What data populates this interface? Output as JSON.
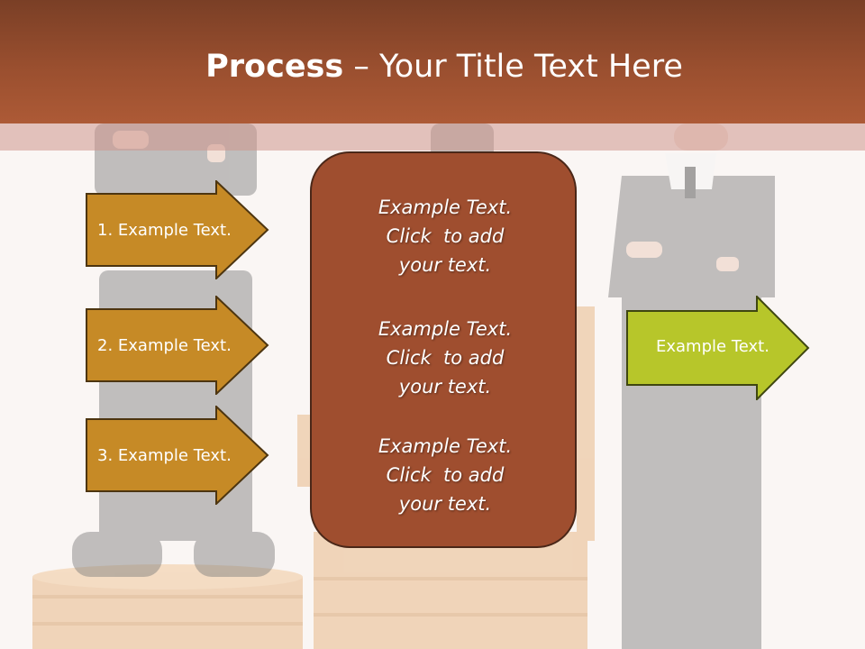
{
  "slide": {
    "title_bold": "Process",
    "title_rest": " – Your Title Text Here"
  },
  "left_arrows": [
    {
      "label": "1. Example Text."
    },
    {
      "label": "2. Example Text."
    },
    {
      "label": "3. Example Text."
    }
  ],
  "right_arrow": {
    "label": "Example Text."
  },
  "center_box": {
    "blocks": [
      {
        "lines": [
          "Example Text.",
          "Click  to add",
          "your text."
        ]
      },
      {
        "lines": [
          "Example Text.",
          "Click  to add",
          "your text."
        ]
      },
      {
        "lines": [
          "Example Text.",
          "Click  to add",
          "your text."
        ]
      }
    ]
  },
  "colors": {
    "header": "#9a4f2f",
    "left_arrow_fill": "#c68a26",
    "right_arrow_fill": "#b7c62a",
    "center_box_fill": "#9f4e2f"
  }
}
